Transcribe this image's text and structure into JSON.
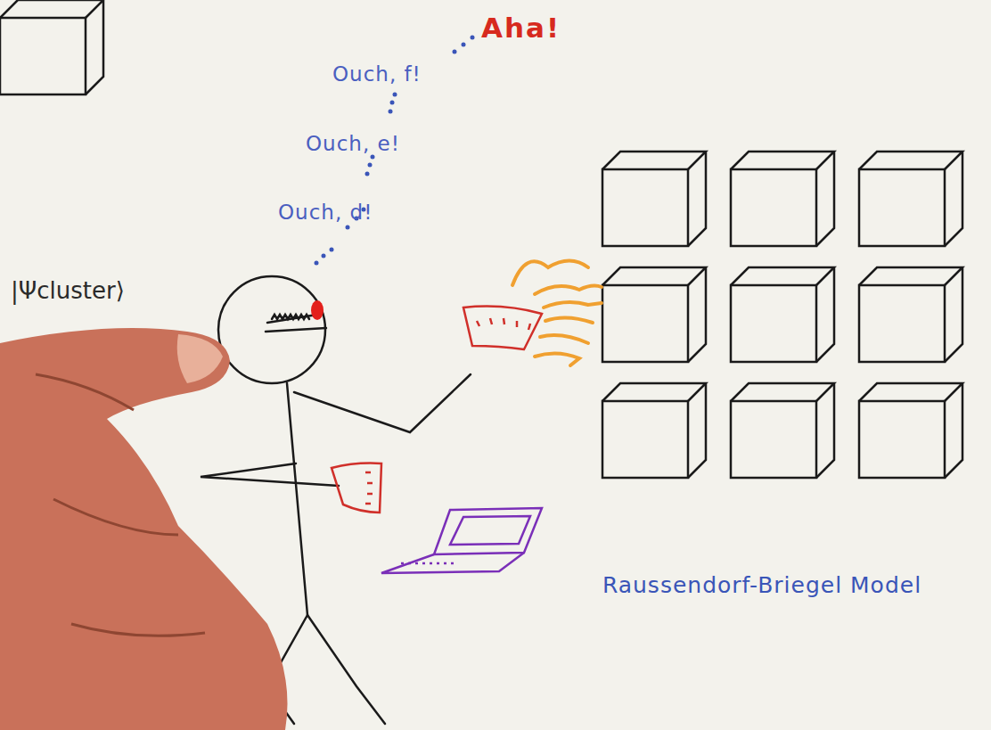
{
  "diagram": {
    "labels": [
      "Aha!",
      "Ouch, f!",
      "Ouch, e!",
      "Ouch, d!",
      "|Ψcluster⟩",
      "Raussendorf-Briegel Model"
    ]
  }
}
